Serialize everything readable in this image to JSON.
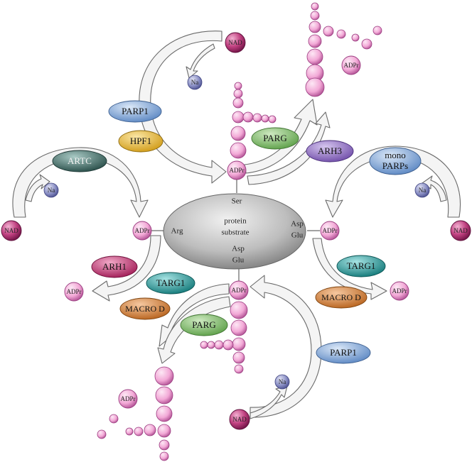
{
  "substrate": {
    "line1": "protein",
    "line2": "substrate"
  },
  "residues": {
    "ser": "Ser",
    "arg": "Arg",
    "asp_glu_right_1": "Asp",
    "asp_glu_right_2": "Glu",
    "asp_glu_bottom_1": "Asp",
    "asp_glu_bottom_2": "Glu"
  },
  "molecules": {
    "nad": "NAD",
    "na": "Na",
    "adpr": "ADPr"
  },
  "enzymes": {
    "parp1_top": "PARP1",
    "hpf1": "HPF1",
    "parg_top": "PARG",
    "arh3": "ARH3",
    "artc": "ARTC",
    "mono_parps_1": "mono",
    "mono_parps_2": "PARPs",
    "arh1": "ARH1",
    "targ1_left": "TARG1",
    "macro_d_left": "MACRO D",
    "parg_bottom": "PARG",
    "targ1_right": "TARG1",
    "macro_d_right": "MACRO D",
    "parp1_bottom": "PARP1"
  },
  "colors": {
    "parp1": "#7fa6d6",
    "hpf1": "#e8b93a",
    "parg": "#7fbf6a",
    "arh3": "#8e6cc0",
    "artc": "#3f6f6a",
    "mono_parps": "#6f9ccc",
    "arh1": "#c2306e",
    "targ1": "#1f9a9a",
    "macro_d": "#d98036",
    "adpr_bead": "#f2a8d6",
    "nad": "#c04080",
    "na": "#8a8fc4",
    "substrate": "#b9b9b9"
  }
}
